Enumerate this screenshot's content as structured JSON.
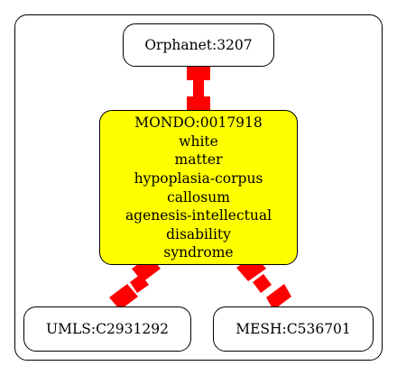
{
  "nodes": {
    "orphanet": {
      "label": "Orphanet:3207"
    },
    "mondo": {
      "lines": [
        "MONDO:0017918",
        "white",
        "matter",
        "hypoplasia-corpus",
        "callosum",
        "agenesis-intellectual",
        "disability",
        "syndrome"
      ]
    },
    "umls": {
      "label": "UMLS:C2931292"
    },
    "mesh": {
      "label": "MESH:C536701"
    }
  },
  "colors": {
    "highlight_node": "#ffff00",
    "edge": "#ff0000",
    "border": "#000000"
  }
}
